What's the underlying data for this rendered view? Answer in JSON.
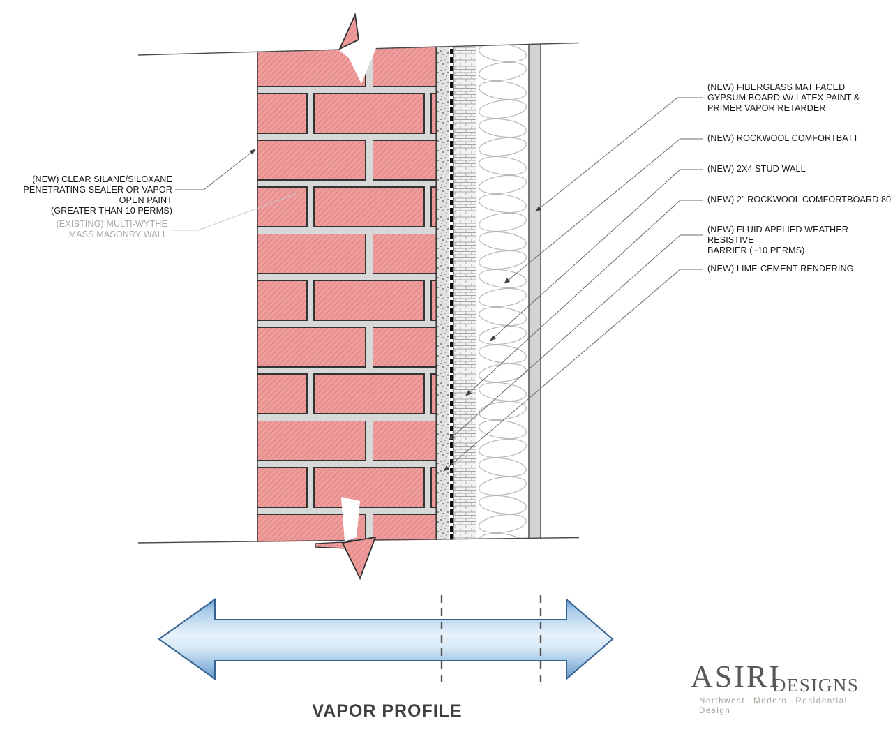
{
  "diagram": {
    "title": "VAPOR PROFILE",
    "labels_right": [
      {
        "text": "(NEW) FIBERGLASS MAT FACED\nGYPSUM BOARD W/ LATEX PAINT &\nPRIMER VAPOR RETARDER"
      },
      {
        "text": "(NEW) ROCKWOOL COMFORTBATT"
      },
      {
        "text": "(NEW) 2X4 STUD WALL"
      },
      {
        "text": "(NEW) 2\" ROCKWOOL COMFORTBOARD 80"
      },
      {
        "text": "(NEW) FLUID APPLIED WEATHER RESISTIVE\nBARRIER (~10 PERMS)"
      },
      {
        "text": "(NEW) LIME-CEMENT RENDERING"
      }
    ],
    "labels_left": [
      {
        "text": "(NEW) CLEAR SILANE/SILOXANE\nPENETRATING SEALER OR VAPOR OPEN PAINT\n(GREATER THAN 10 PERMS)"
      },
      {
        "text": "(EXISTING) MULTI-WYTHE\nMASS MASONRY WALL"
      }
    ]
  },
  "brand": {
    "name": "ASIRI",
    "suffix": "DESIGNS",
    "tagline": "Northwest  Modern  Residential  Design"
  },
  "colors": {
    "brick": "#f19b9b",
    "brick_hatch": "#d28a8a",
    "mortar": "#d8d8d8",
    "arrow_blue_dark": "#6096cb",
    "arrow_blue_light": "#e9f3fb",
    "arrow_outline": "#35618f",
    "label_text": "#161616",
    "muted_label_text": "#a9a9a9"
  }
}
